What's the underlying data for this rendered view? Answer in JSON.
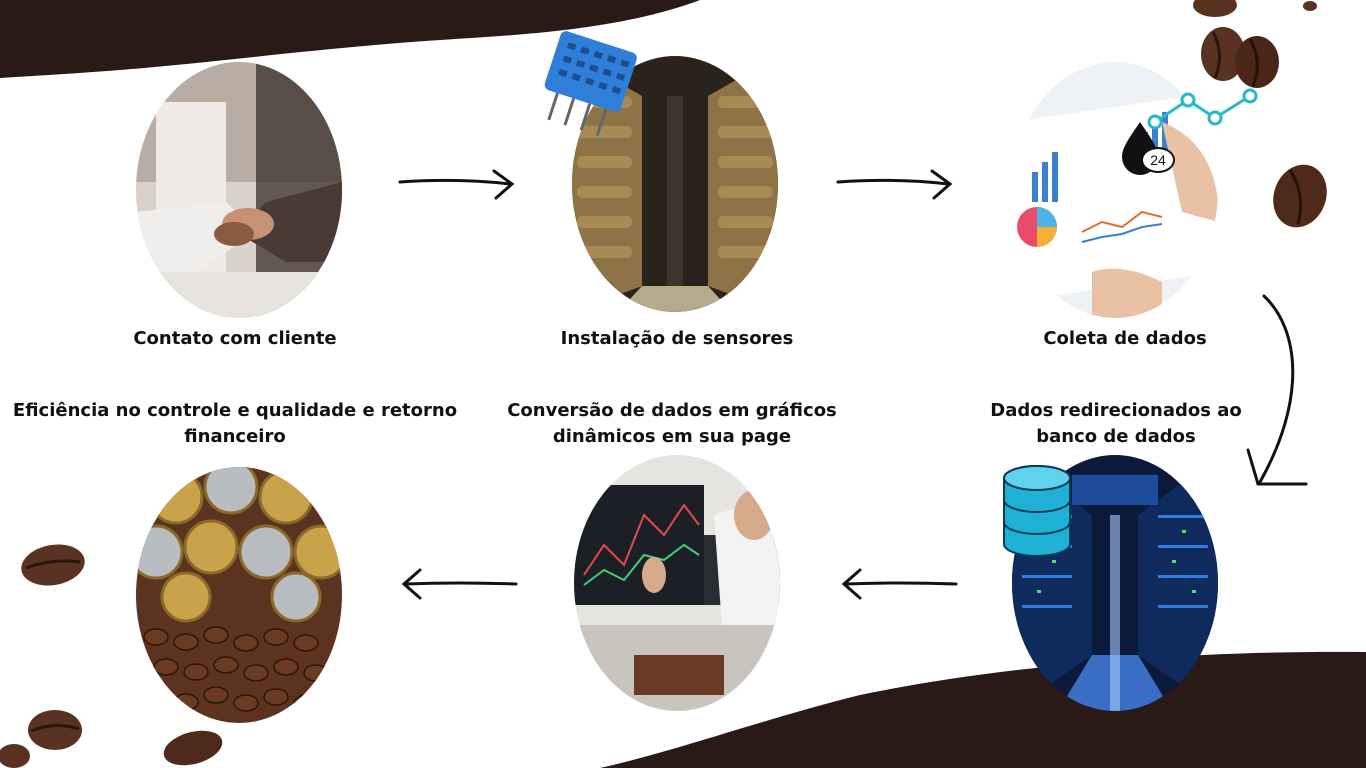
{
  "steps": [
    {
      "label": "Contato com cliente",
      "image": "handshake-photo"
    },
    {
      "label": "Instalação de sensores",
      "image": "warehouse-coffee-sacks-photo"
    },
    {
      "label": "Coleta de dados",
      "image": "charts-paperwork-photo"
    },
    {
      "label": "Dados  redirecionados ao\nbanco de dados",
      "image": "server-room-photo"
    },
    {
      "label": "Conversão de dados em gráficos\ndinâmicos em sua page",
      "image": "trading-screens-photo"
    },
    {
      "label": "Eficiência no controle e qualidade e retorno\nfinanceiro",
      "image": "coins-and-coffee-beans-photo"
    }
  ],
  "overlay_icons": {
    "sensor": "dht-sensor-icon",
    "chart": "line-chart-icon",
    "badge": "24",
    "database": "database-icon"
  },
  "colors": {
    "dark_brown": "#2a1a17",
    "arrow": "#111111",
    "accent_cyan": "#27b9c7",
    "sensor_blue": "#2f7fd8",
    "database_cyan": "#1fb0d6"
  }
}
